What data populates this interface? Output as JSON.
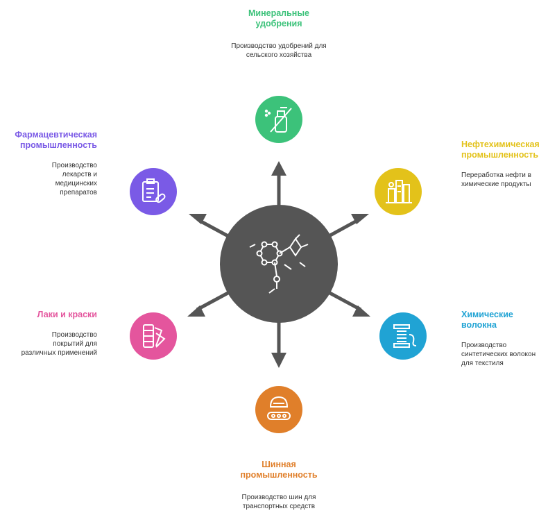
{
  "hub": {
    "icon": "molecule-icon",
    "color": "#555555"
  },
  "colors": {
    "arrow": "#555555",
    "icon_stroke": "#ffffff"
  },
  "nodes": {
    "fertilizers": {
      "title": "Минеральные удобрения",
      "description": "Производство удобрений для сельского хозяйства",
      "color": "#3cc27a",
      "icon": "sprayer-icon"
    },
    "petrochemical": {
      "title": "Нефтехимическая промышленность",
      "description": "Переработка нефти в химические продукты",
      "color": "#e3c21a",
      "icon": "refinery-icon"
    },
    "fibers": {
      "title": "Химические волокна",
      "description": "Производство синтетических волокон для текстиля",
      "color": "#20a3d4",
      "icon": "thread-spool-icon"
    },
    "tires": {
      "title": "Шинная промышленность",
      "description": "Производство шин для транспортных средств",
      "color": "#e07f2a",
      "icon": "conveyor-icon"
    },
    "paints": {
      "title": "Лаки и краски",
      "description": "Производство покрытий для различных применений",
      "color": "#e4559d",
      "icon": "color-swatch-icon"
    },
    "pharma": {
      "title": "Фармацевтическая промышленность",
      "description": "Производство лекарств и медицинских препаратов",
      "color": "#7a5ae6",
      "icon": "prescription-icon"
    }
  }
}
